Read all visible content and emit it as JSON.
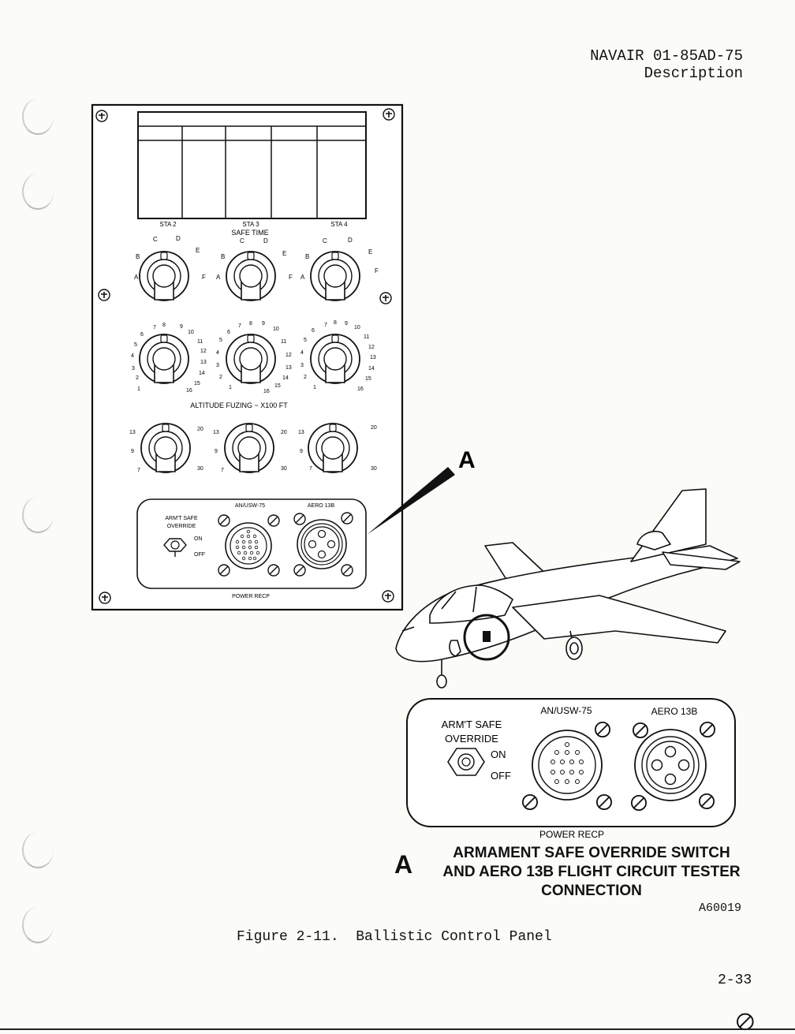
{
  "header": {
    "doc_number": "NAVAIR 01-85AD-75",
    "section": "Description"
  },
  "panel": {
    "stations": [
      "STA 2",
      "STA 3",
      "STA 4"
    ],
    "safe_time_label": "SAFE TIME",
    "safe_time_positions": [
      "A",
      "B",
      "C",
      "D",
      "E",
      "F"
    ],
    "altitude_label": "ALTITUDE FUZING ~ X100 FT",
    "altitude_positions": [
      "1",
      "2",
      "3",
      "4",
      "5",
      "6",
      "7",
      "8",
      "9",
      "10",
      "11",
      "12",
      "13",
      "14",
      "15",
      "16"
    ],
    "third_row_positions": [
      "7",
      "9",
      "13",
      "20",
      "30"
    ],
    "arm_safe_label_1": "ARM'T SAFE",
    "arm_safe_label_2": "OVERRIDE",
    "on_label": "ON",
    "off_label": "OFF",
    "connector_1": "AN/USW-75",
    "connector_2": "AERO 13B",
    "power_label": "POWER RECP"
  },
  "detail": {
    "callout": "A",
    "arm_safe_label_1": "ARM'T SAFE",
    "arm_safe_label_2": "OVERRIDE",
    "on_label": "ON",
    "off_label": "OFF",
    "connector_1": "AN/USW-75",
    "connector_2": "AERO 13B",
    "power_label": "POWER RECP"
  },
  "detail_title": {
    "letter": "A",
    "line1": "ARMAMENT SAFE OVERRIDE SWITCH",
    "line2": "AND AERO 13B FLIGHT CIRCUIT TESTER",
    "line3": "CONNECTION"
  },
  "figure_code": "A60019",
  "caption": "Figure 2-11.  Ballistic Control Panel",
  "page_number": "2-33"
}
